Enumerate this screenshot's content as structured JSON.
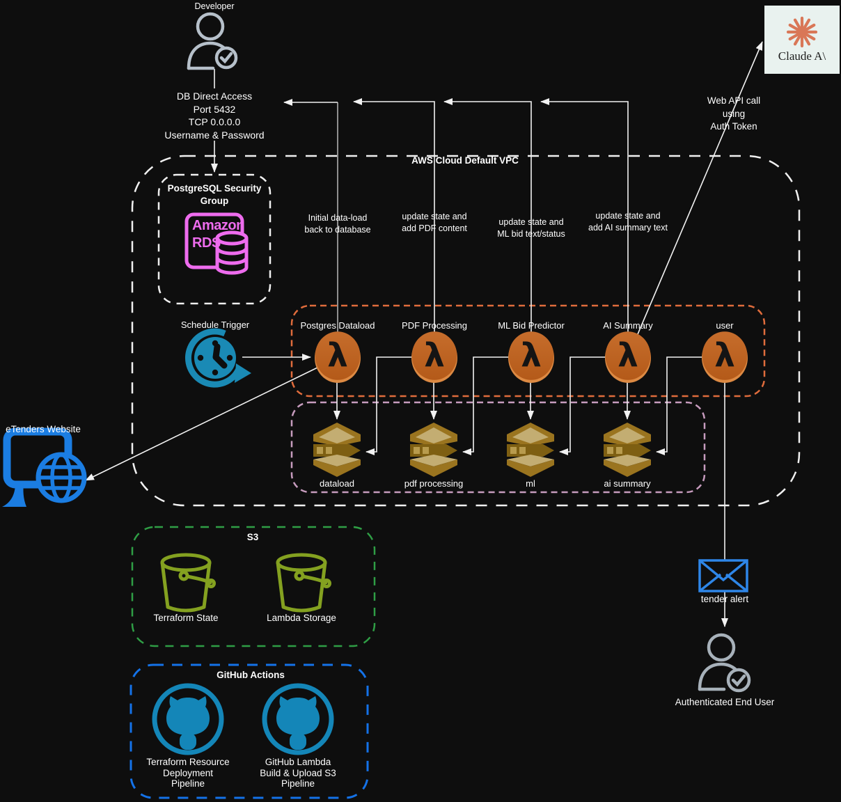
{
  "nodes": {
    "developer": {
      "label": "Developer"
    },
    "db_access_note": "DB Direct Access\nPort 5432\nTCP 0.0.0.0\nUsername & Password",
    "vpc_title": "AWS Cloud Default VPC",
    "security_group_title": "PostgreSQL Security\nGroup",
    "rds": {
      "line1": "Amazon",
      "line2": "RDS"
    },
    "schedule_trigger": {
      "label": "Schedule Trigger"
    },
    "etenders": {
      "label": "eTenders Website"
    },
    "claude": {
      "wordmark": "Claude A\\"
    },
    "web_api_note": "Web API call\nusing\nAuth Token",
    "tender_alert": {
      "label": "tender alert"
    },
    "end_user": {
      "label": "Authenticated End User"
    }
  },
  "lambda_group": {
    "glyph": "λ",
    "functions": [
      {
        "label": "Postgres Dataload"
      },
      {
        "label": "PDF Processing"
      },
      {
        "label": "ML Bid Predictor"
      },
      {
        "label": "AI Summary"
      },
      {
        "label": "user"
      }
    ]
  },
  "flow_notes": [
    "Initial data-load\nback to database",
    "update state and\nadd PDF content",
    "update state and\nML bid text/status",
    "update state and\nadd AI summary text"
  ],
  "ecr_group": {
    "repos": [
      {
        "label": "dataload"
      },
      {
        "label": "pdf processing"
      },
      {
        "label": "ml"
      },
      {
        "label": "ai summary"
      }
    ]
  },
  "s3_group": {
    "title": "S3",
    "buckets": [
      {
        "label": "Terraform State"
      },
      {
        "label": "Lambda Storage"
      }
    ]
  },
  "github_group": {
    "title": "GitHub Actions",
    "pipelines": [
      {
        "label": "Terraform Resource\nDeployment\nPipeline"
      },
      {
        "label": "GitHub Lambda\nBuild & Upload S3\nPipeline"
      }
    ]
  },
  "colors": {
    "lambda_orange": "#bd611c",
    "lambda_border": "#e06c3c",
    "ecr_border": "#c79cbe",
    "ecr_gold": "#9a741f",
    "rds_magenta": "#ee6cee",
    "s3_green": "#2f9e45",
    "bucket_olive": "#84a120",
    "github_blue": "#1472e8",
    "octocat_teal": "#1486b8",
    "etenders_blue": "#1b7de2",
    "envelope_blue": "#2e86e8",
    "claude_orange": "#d97757",
    "wire_white": "#f2f2f2"
  }
}
